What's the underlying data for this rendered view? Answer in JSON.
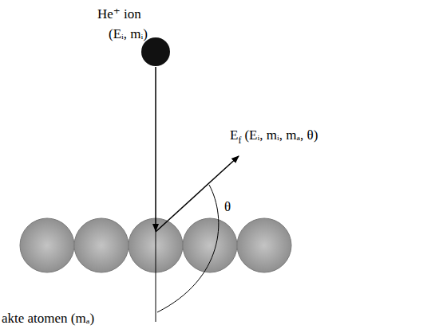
{
  "diagram": {
    "labels": [
      "He⁺ ion",
      "(Eᵢ, mᵢ)",
      "E",
      "f",
      "(Eᵢ, mᵢ, mₐ, θ)",
      "θ",
      "akte atomen (mₐ)"
    ]
  }
}
